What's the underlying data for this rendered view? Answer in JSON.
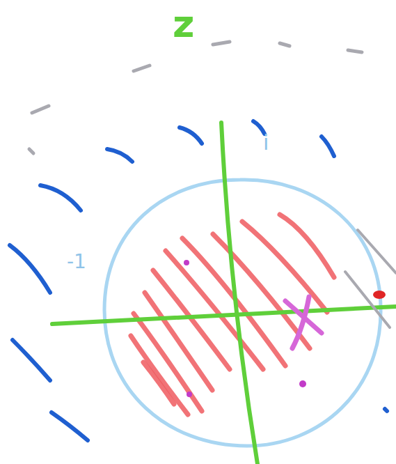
{
  "diagram": {
    "labels": [
      "z",
      "i",
      "-1"
    ]
  }
}
